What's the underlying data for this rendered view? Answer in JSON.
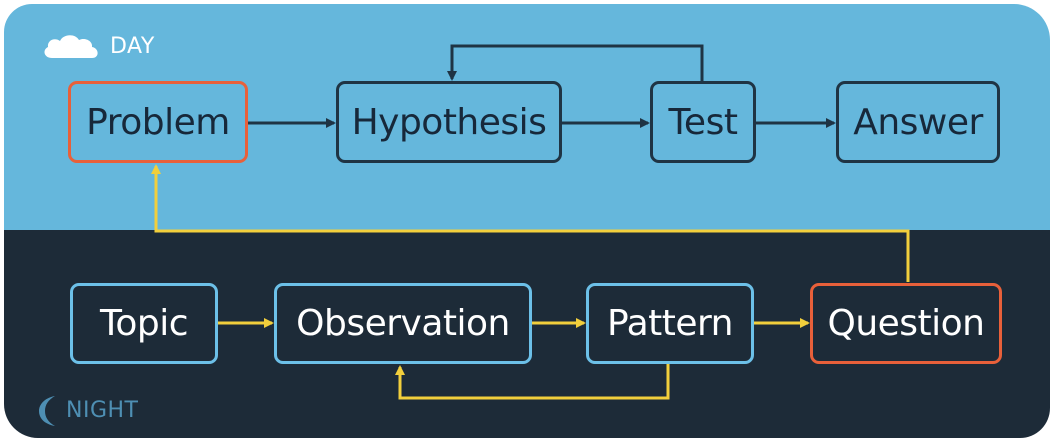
{
  "sections": {
    "day": {
      "label": "DAY",
      "icon": "cloud-icon"
    },
    "night": {
      "label": "NIGHT",
      "icon": "moon-icon"
    }
  },
  "nodes": {
    "problem": "Problem",
    "hypothesis": "Hypothesis",
    "test": "Test",
    "answer": "Answer",
    "topic": "Topic",
    "observation": "Observation",
    "pattern": "Pattern",
    "question": "Question"
  },
  "colors": {
    "day_background": "#65b7dc",
    "night_background": "#1d2b38",
    "day_arrow": "#1f3444",
    "night_arrow": "#f2cf3c",
    "highlight_border": "#e8603a",
    "night_box_border": "#6cc0e8"
  }
}
